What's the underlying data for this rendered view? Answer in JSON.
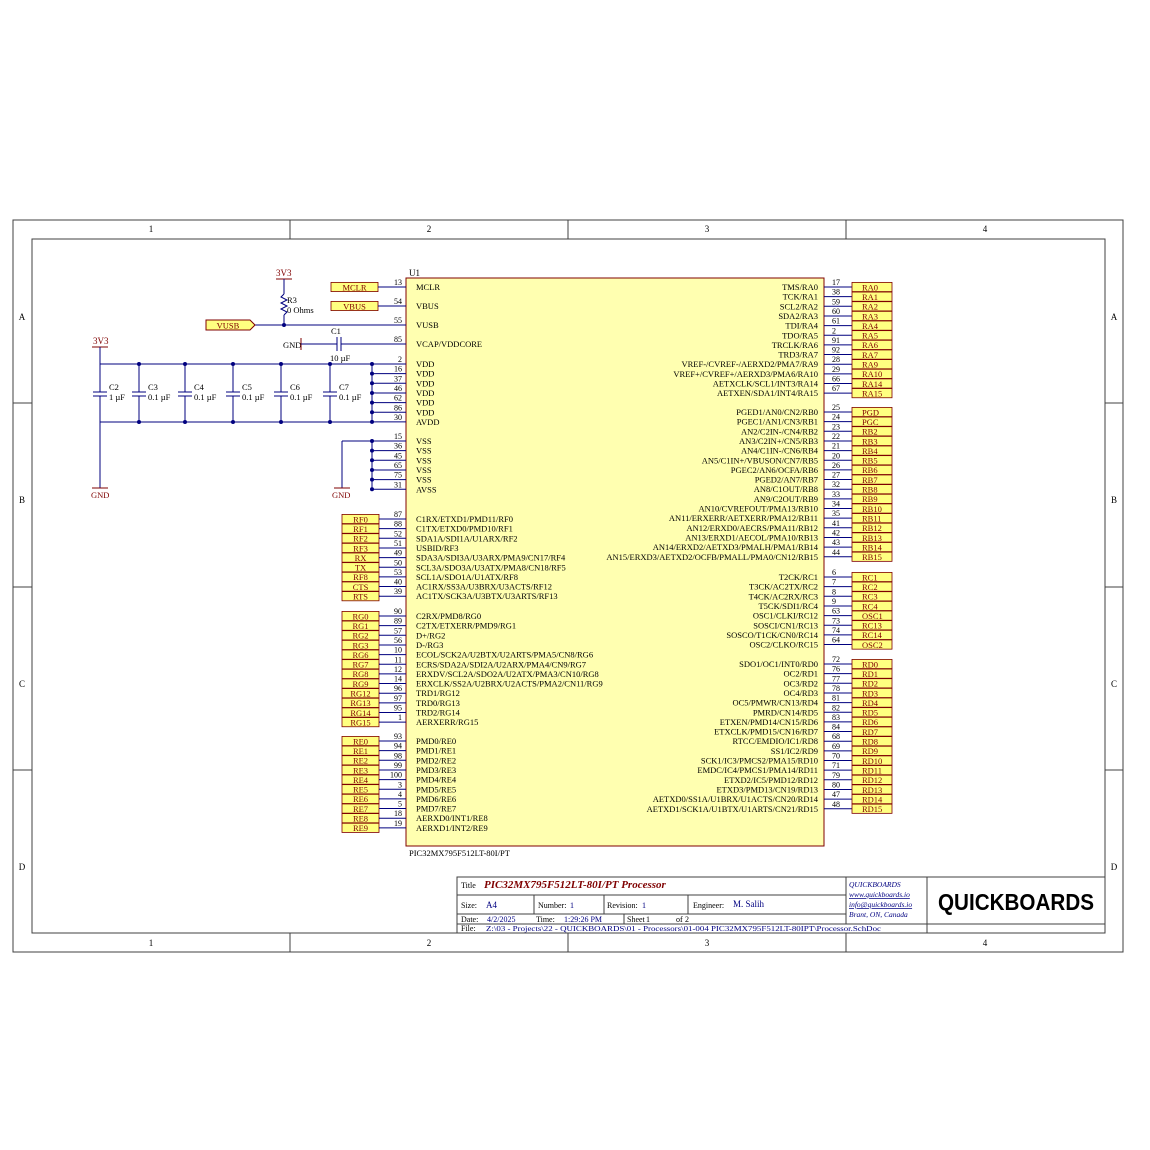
{
  "colors": {
    "frame": "#404040",
    "wire": "#00007f",
    "net_port_fill": "#ffff80",
    "net_port_stroke": "#7f0000",
    "power": "#7f0000",
    "chip_fill": "#ffffb0",
    "chip_stroke": "#7f0000",
    "text": "#000000"
  },
  "grid": {
    "columns": [
      "1",
      "2",
      "3",
      "4"
    ],
    "rows": [
      "A",
      "B",
      "C",
      "D"
    ]
  },
  "chip": {
    "designator": "U1",
    "part": "PIC32MX795F512LT-80I/PT"
  },
  "left_pins": [
    {
      "num": "13",
      "name": "MCLR"
    },
    {
      "num": "54",
      "name": "VBUS"
    },
    {
      "num": "55",
      "name": "VUSB"
    },
    {
      "num": "85",
      "name": "VCAP/VDDCORE"
    },
    {
      "num": "2",
      "name": "VDD"
    },
    {
      "num": "16",
      "name": "VDD"
    },
    {
      "num": "37",
      "name": "VDD"
    },
    {
      "num": "46",
      "name": "VDD"
    },
    {
      "num": "62",
      "name": "VDD"
    },
    {
      "num": "86",
      "name": "VDD"
    },
    {
      "num": "30",
      "name": "AVDD"
    },
    {
      "num": "15",
      "name": "VSS"
    },
    {
      "num": "36",
      "name": "VSS"
    },
    {
      "num": "45",
      "name": "VSS"
    },
    {
      "num": "65",
      "name": "VSS"
    },
    {
      "num": "75",
      "name": "VSS"
    },
    {
      "num": "31",
      "name": "AVSS"
    },
    {
      "num": "87",
      "name": "C1RX/ETXD1/PMD11/RF0"
    },
    {
      "num": "88",
      "name": "C1TX/ETXD0/PMD10/RF1"
    },
    {
      "num": "52",
      "name": "SDA1A/SDI1A/U1ARX/RF2"
    },
    {
      "num": "51",
      "name": "USBID/RF3"
    },
    {
      "num": "49",
      "name": "SDA3A/SDI3A/U3ARX/PMA9/CN17/RF4"
    },
    {
      "num": "50",
      "name": "SCL3A/SDO3A/U3ATX/PMA8/CN18/RF5"
    },
    {
      "num": "53",
      "name": "SCL1A/SDO1A/U1ATX/RF8"
    },
    {
      "num": "40",
      "name": "AC1RX/SS3A/U3BRX/U3ACTS/RF12"
    },
    {
      "num": "39",
      "name": "AC1TX/SCK3A/U3BTX/U3ARTS/RF13"
    },
    {
      "num": "90",
      "name": "C2RX/PMD8/RG0"
    },
    {
      "num": "89",
      "name": "C2TX/ETXERR/PMD9/RG1"
    },
    {
      "num": "57",
      "name": "D+/RG2"
    },
    {
      "num": "56",
      "name": "D-/RG3"
    },
    {
      "num": "10",
      "name": "ECOL/SCK2A/U2BTX/U2ARTS/PMA5/CN8/RG6"
    },
    {
      "num": "11",
      "name": "ECRS/SDA2A/SDI2A/U2ARX/PMA4/CN9/RG7"
    },
    {
      "num": "12",
      "name": "ERXDV/SCL2A/SDO2A/U2ATX/PMA3/CN10/RG8"
    },
    {
      "num": "14",
      "name": "ERXCLK/SS2A/U2BRX/U2ACTS/PMA2/CN11/RG9"
    },
    {
      "num": "96",
      "name": "TRD1/RG12"
    },
    {
      "num": "97",
      "name": "TRD0/RG13"
    },
    {
      "num": "95",
      "name": "TRD2/RG14"
    },
    {
      "num": "1",
      "name": "AERXERR/RG15"
    },
    {
      "num": "93",
      "name": "PMD0/RE0"
    },
    {
      "num": "94",
      "name": "PMD1/RE1"
    },
    {
      "num": "98",
      "name": "PMD2/RE2"
    },
    {
      "num": "99",
      "name": "PMD3/RE3"
    },
    {
      "num": "100",
      "name": "PMD4/RE4"
    },
    {
      "num": "3",
      "name": "PMD5/RE5"
    },
    {
      "num": "4",
      "name": "PMD6/RE6"
    },
    {
      "num": "5",
      "name": "PMD7/RE7"
    },
    {
      "num": "18",
      "name": "AERXD0/INT1/RE8"
    },
    {
      "num": "19",
      "name": "AERXD1/INT2/RE9"
    }
  ],
  "right_pins": [
    {
      "num": "17",
      "name": "TMS/RA0",
      "net": "RA0"
    },
    {
      "num": "38",
      "name": "TCK/RA1",
      "net": "RA1"
    },
    {
      "num": "59",
      "name": "SCL2/RA2",
      "net": "RA2"
    },
    {
      "num": "60",
      "name": "SDA2/RA3",
      "net": "RA3"
    },
    {
      "num": "61",
      "name": "TDI/RA4",
      "net": "RA4"
    },
    {
      "num": "2",
      "name": "TDO/RA5",
      "net": "RA5"
    },
    {
      "num": "91",
      "name": "TRCLK/RA6",
      "net": "RA6"
    },
    {
      "num": "92",
      "name": "TRD3/RA7",
      "net": "RA7"
    },
    {
      "num": "28",
      "name": "VREF-/CVREF-/AERXD2/PMA7/RA9",
      "net": "RA9"
    },
    {
      "num": "29",
      "name": "VREF+/CVREF+/AERXD3/PMA6/RA10",
      "net": "RA10"
    },
    {
      "num": "66",
      "name": "AETXCLK/SCL1/INT3/RA14",
      "net": "RA14"
    },
    {
      "num": "67",
      "name": "AETXEN/SDA1/INT4/RA15",
      "net": "RA15"
    },
    {
      "num": "25",
      "name": "PGED1/AN0/CN2/RB0",
      "net": "PGD"
    },
    {
      "num": "24",
      "name": "PGEC1/AN1/CN3/RB1",
      "net": "PGC"
    },
    {
      "num": "23",
      "name": "AN2/C2IN-/CN4/RB2",
      "net": "RB2"
    },
    {
      "num": "22",
      "name": "AN3/C2IN+/CN5/RB3",
      "net": "RB3"
    },
    {
      "num": "21",
      "name": "AN4/C1IN-/CN6/RB4",
      "net": "RB4"
    },
    {
      "num": "20",
      "name": "AN5/C1IN+/VBUSON/CN7/RB5",
      "net": "RB5"
    },
    {
      "num": "26",
      "name": "PGEC2/AN6/OCFA/RB6",
      "net": "RB6"
    },
    {
      "num": "27",
      "name": "PGED2/AN7/RB7",
      "net": "RB7"
    },
    {
      "num": "32",
      "name": "AN8/C1OUT/RB8",
      "net": "RB8"
    },
    {
      "num": "33",
      "name": "AN9/C2OUT/RB9",
      "net": "RB9"
    },
    {
      "num": "34",
      "name": "AN10/CVREFOUT/PMA13/RB10",
      "net": "RB10"
    },
    {
      "num": "35",
      "name": "AN11/ERXERR/AETXERR/PMA12/RB11",
      "net": "RB11"
    },
    {
      "num": "41",
      "name": "AN12/ERXD0/AECRS/PMA11/RB12",
      "net": "RB12"
    },
    {
      "num": "42",
      "name": "AN13/ERXD1/AECOL/PMA10/RB13",
      "net": "RB13"
    },
    {
      "num": "43",
      "name": "AN14/ERXD2/AETXD3/PMALH/PMA1/RB14",
      "net": "RB14"
    },
    {
      "num": "44",
      "name": "AN15/ERXD3/AETXD2/OCFB/PMALL/PMA0/CN12/RB15",
      "net": "RB15"
    },
    {
      "num": "6",
      "name": "T2CK/RC1",
      "net": "RC1"
    },
    {
      "num": "7",
      "name": "T3CK/AC2TX/RC2",
      "net": "RC2"
    },
    {
      "num": "8",
      "name": "T4CK/AC2RX/RC3",
      "net": "RC3"
    },
    {
      "num": "9",
      "name": "T5CK/SDI1/RC4",
      "net": "RC4"
    },
    {
      "num": "63",
      "name": "OSC1/CLKI/RC12",
      "net": "OSC1"
    },
    {
      "num": "73",
      "name": "SOSCI/CN1/RC13",
      "net": "RC13"
    },
    {
      "num": "74",
      "name": "SOSCO/T1CK/CN0/RC14",
      "net": "RC14"
    },
    {
      "num": "64",
      "name": "OSC2/CLKO/RC15",
      "net": "OSC2"
    },
    {
      "num": "72",
      "name": "SDO1/OC1/INT0/RD0",
      "net": "RD0"
    },
    {
      "num": "76",
      "name": "OC2/RD1",
      "net": "RD1"
    },
    {
      "num": "77",
      "name": "OC3/RD2",
      "net": "RD2"
    },
    {
      "num": "78",
      "name": "OC4/RD3",
      "net": "RD3"
    },
    {
      "num": "81",
      "name": "OC5/PMWR/CN13/RD4",
      "net": "RD4"
    },
    {
      "num": "82",
      "name": "PMRD/CN14/RD5",
      "net": "RD5"
    },
    {
      "num": "83",
      "name": "ETXEN/PMD14/CN15/RD6",
      "net": "RD6"
    },
    {
      "num": "84",
      "name": "ETXCLK/PMD15/CN16/RD7",
      "net": "RD7"
    },
    {
      "num": "68",
      "name": "RTCC/EMDIO/IC1/RD8",
      "net": "RD8"
    },
    {
      "num": "69",
      "name": "SS1/IC2/RD9",
      "net": "RD9"
    },
    {
      "num": "70",
      "name": "SCK1/IC3/PMCS2/PMA15/RD10",
      "net": "RD10"
    },
    {
      "num": "71",
      "name": "EMDC/IC4/PMCS1/PMA14/RD11",
      "net": "RD11"
    },
    {
      "num": "79",
      "name": "ETXD2/IC5/PMD12/RD12",
      "net": "RD12"
    },
    {
      "num": "80",
      "name": "ETXD3/PMD13/CN19/RD13",
      "net": "RD13"
    },
    {
      "num": "47",
      "name": "AETXD0/SS1A/U1BRX/U1ACTS/CN20/RD14",
      "net": "RD14"
    },
    {
      "num": "48",
      "name": "AETXD1/SCK1A/U1BTX/U1ARTS/CN21/RD15",
      "net": "RD15"
    }
  ],
  "left_ports": {
    "top": [
      "MCLR",
      "VBUS"
    ],
    "vusb": "VUSB",
    "f": [
      "RF0",
      "RF1",
      "RF2",
      "RF3",
      "RX",
      "TX",
      "RF8",
      "CTS",
      "RTS"
    ],
    "g": [
      "RG0",
      "RG1",
      "RG2",
      "RG3",
      "RG6",
      "RG7",
      "RG8",
      "RG9",
      "RG12",
      "RG13",
      "RG14",
      "RG15"
    ],
    "e": [
      "RE0",
      "RE1",
      "RE2",
      "RE3",
      "RE4",
      "RE5",
      "RE6",
      "RE7",
      "RE8",
      "RE9"
    ]
  },
  "power": {
    "v3v3": "3V3",
    "gnd": "GND"
  },
  "r3": {
    "ref": "R3",
    "value": "0 Ohms"
  },
  "c1": {
    "ref": "C1",
    "value": "10 µF"
  },
  "caps": [
    {
      "ref": "C2",
      "value": "1 µF"
    },
    {
      "ref": "C3",
      "value": "0.1 µF"
    },
    {
      "ref": "C4",
      "value": "0.1 µF"
    },
    {
      "ref": "C5",
      "value": "0.1 µF"
    },
    {
      "ref": "C6",
      "value": "0.1 µF"
    },
    {
      "ref": "C7",
      "value": "0.1 µF"
    }
  ],
  "title_block": {
    "title_label": "Title",
    "title": "PIC32MX795F512LT-80I/PT Processor",
    "size_label": "Size:",
    "size": "A4",
    "number_label": "Number:",
    "number": "1",
    "revision_label": "Revision:",
    "revision": "1",
    "engineer_label": "Engineer:",
    "engineer": "M. Salih",
    "date_label": "Date:",
    "date": "4/2/2025",
    "time_label": "Time:",
    "time": "1:29:26 PM",
    "sheet_label": "Sheet",
    "sheet": "1",
    "of_label": "of",
    "of": "2",
    "file_label": "File:",
    "file": "Z:\\03 - Projects\\22 - QUICKBOARDS\\01 - Processors\\01-004 PIC32MX795F512LT-80IPT\\Processor.SchDoc",
    "company": "QUICKBOARDS",
    "web": "www.quickboards.io",
    "email": "info@quickboards.io",
    "location": "Brant, ON, Canada",
    "logo": "QUICKBOARDS"
  }
}
